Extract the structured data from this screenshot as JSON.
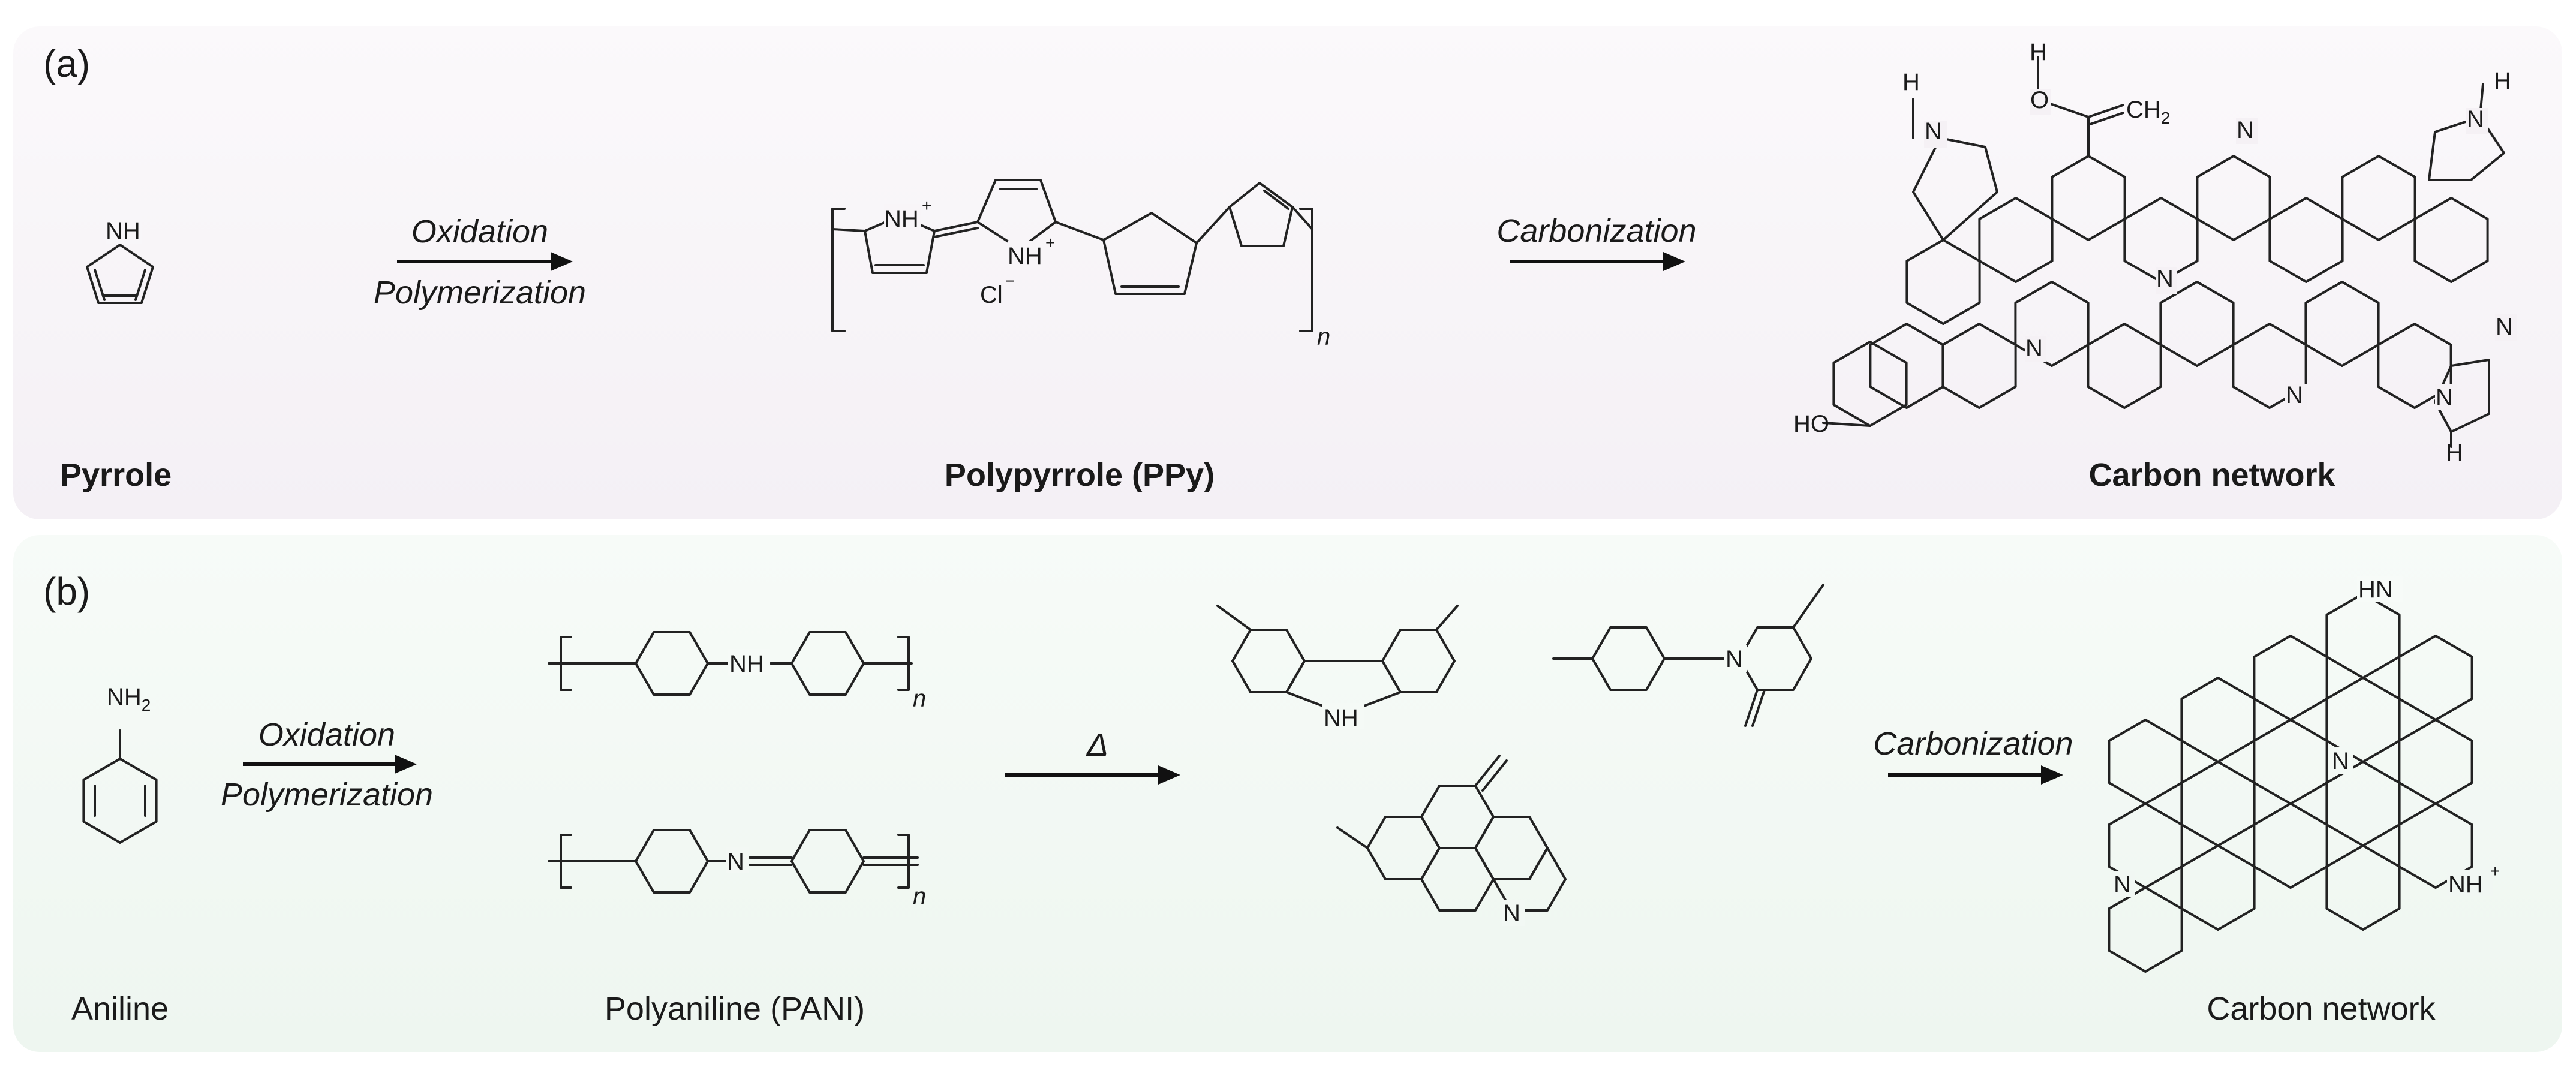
{
  "panel_a": {
    "label": "(a)",
    "monomer": {
      "name": "Pyrrole",
      "atom": "NH"
    },
    "step1": {
      "line1": "Oxidation",
      "line2": "Polymerization"
    },
    "polymer": {
      "name": "Polypyrrole (PPy)",
      "atom1": "NH",
      "atom2": "NH",
      "charge": "+",
      "counterion": "Cl",
      "counterion_charge": "−",
      "repeat": "n"
    },
    "step2": {
      "label": "Carbonization"
    },
    "product": {
      "name": "Carbon network",
      "atom_n": "N",
      "atom_h": "H",
      "atom_o": "O",
      "group_ch2": "CH",
      "sub2": "2",
      "group_ho": "HO"
    }
  },
  "panel_b": {
    "label": "(b)",
    "monomer": {
      "name": "Aniline",
      "atom": "NH",
      "sub2": "2"
    },
    "step1": {
      "line1": "Oxidation",
      "line2": "Polymerization"
    },
    "polymer": {
      "name": "Polyaniline (PANI)",
      "atom_nh": "NH",
      "atom_n": "N",
      "repeat": "n"
    },
    "step2": {
      "label": "Δ"
    },
    "intermediate": {
      "atom_nh": "NH",
      "atom_n": "N"
    },
    "step3": {
      "label": "Carbonization"
    },
    "product": {
      "name": "Carbon network",
      "atom_hn": "HN",
      "atom_n": "N",
      "atom_nh": "NH",
      "charge": "+"
    }
  }
}
